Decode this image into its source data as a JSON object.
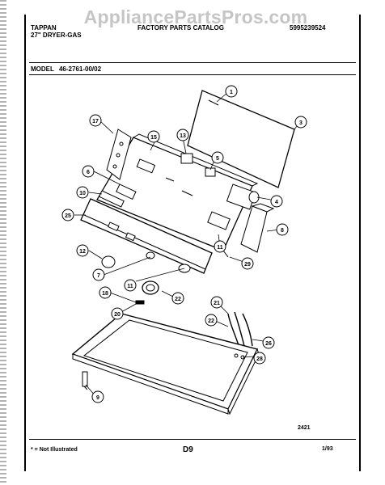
{
  "watermark": "AppliancePartsPros.com",
  "header": {
    "brand": "TAPPAN",
    "product": "27\" DRYER-GAS",
    "catalog": "FACTORY PARTS CATALOG",
    "part_number": "5995239524",
    "model_label": "MODEL",
    "model_number": "46-2761-00/02"
  },
  "diagram": {
    "figure_id": "2421",
    "callouts": [
      "1",
      "3",
      "17",
      "15",
      "13",
      "5",
      "6",
      "10",
      "4",
      "25",
      "8",
      "12",
      "11",
      "29",
      "7",
      "11",
      "22",
      "18",
      "20",
      "21",
      "22",
      "26",
      "28",
      "9"
    ]
  },
  "footer": {
    "note": "* = Not Illustrated",
    "page": "D9",
    "date": "1/93"
  },
  "colors": {
    "ink": "#000000",
    "watermark": "#969696",
    "paper": "#ffffff"
  }
}
